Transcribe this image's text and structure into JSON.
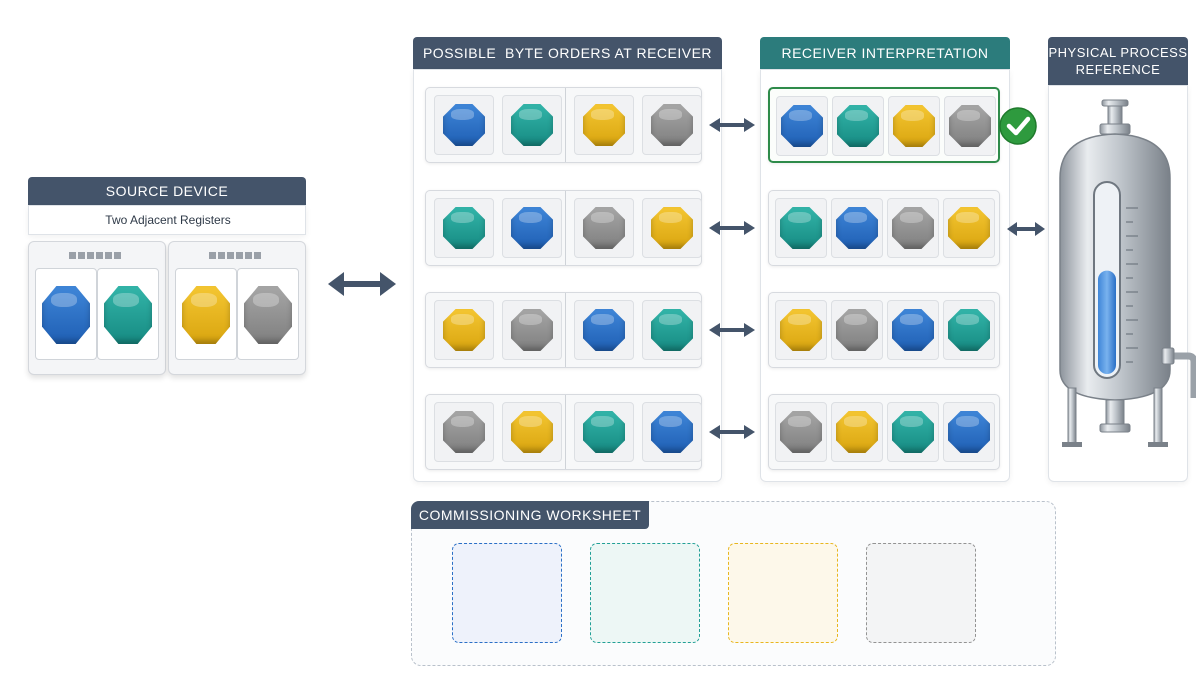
{
  "source": {
    "title": "SOURCE DEVICE",
    "subtitle": "Two Adjacent Registers",
    "registers": [
      [
        "blue",
        "teal"
      ],
      [
        "yellow",
        "gray"
      ]
    ]
  },
  "byte_orders": {
    "title": "POSSIBLE  BYTE ORDERS AT RECEIVER",
    "rows": [
      [
        "blue",
        "teal",
        "yellow",
        "gray"
      ],
      [
        "teal",
        "blue",
        "gray",
        "yellow"
      ],
      [
        "yellow",
        "gray",
        "blue",
        "teal"
      ],
      [
        "gray",
        "yellow",
        "teal",
        "blue"
      ]
    ]
  },
  "interpretation": {
    "title": "RECEIVER INTERPRETATION",
    "selected_row": 0,
    "rows": [
      [
        "blue",
        "teal",
        "yellow",
        "gray"
      ],
      [
        "teal",
        "blue",
        "gray",
        "yellow"
      ],
      [
        "yellow",
        "gray",
        "blue",
        "teal"
      ],
      [
        "gray",
        "yellow",
        "teal",
        "blue"
      ]
    ]
  },
  "physical": {
    "title_line1": "PHYSICAL PROCESS",
    "title_line2": "REFERENCE",
    "level_fraction": 0.55
  },
  "worksheet": {
    "title": "COMMISSIONING WORKSHEET",
    "slots": [
      "blue",
      "teal",
      "yellow",
      "gray"
    ]
  },
  "colors": {
    "blue": "#2a6fc6",
    "teal": "#22a096",
    "yellow": "#e8b61f",
    "gray": "#939393",
    "header": "#44546a",
    "header_teal": "#2c7c7c",
    "check": "#2e9a3e"
  }
}
